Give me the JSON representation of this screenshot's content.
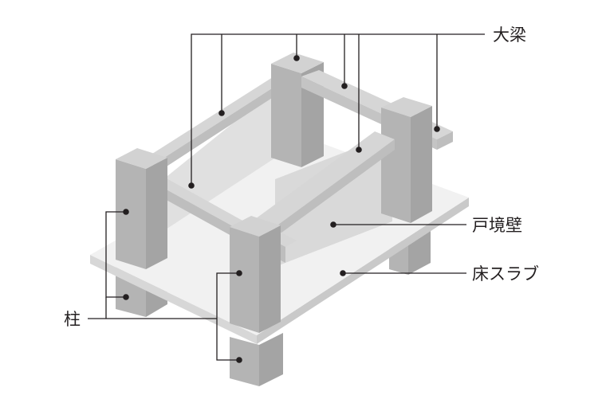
{
  "labels": {
    "beam": "大梁",
    "wall": "戸境壁",
    "slab": "床スラブ",
    "column": "柱"
  },
  "colors": {
    "slab_top": "#f1f1f1",
    "slab_edge": "#d7d7d7",
    "wall": "#d9d9d9",
    "column_front": "#b4b4b4",
    "column_side": "#a4a4a4",
    "column_top": "#d2d2d2",
    "beam_top": "#d6d6d6",
    "beam_side": "#bebebe",
    "leader": "#231f20"
  }
}
